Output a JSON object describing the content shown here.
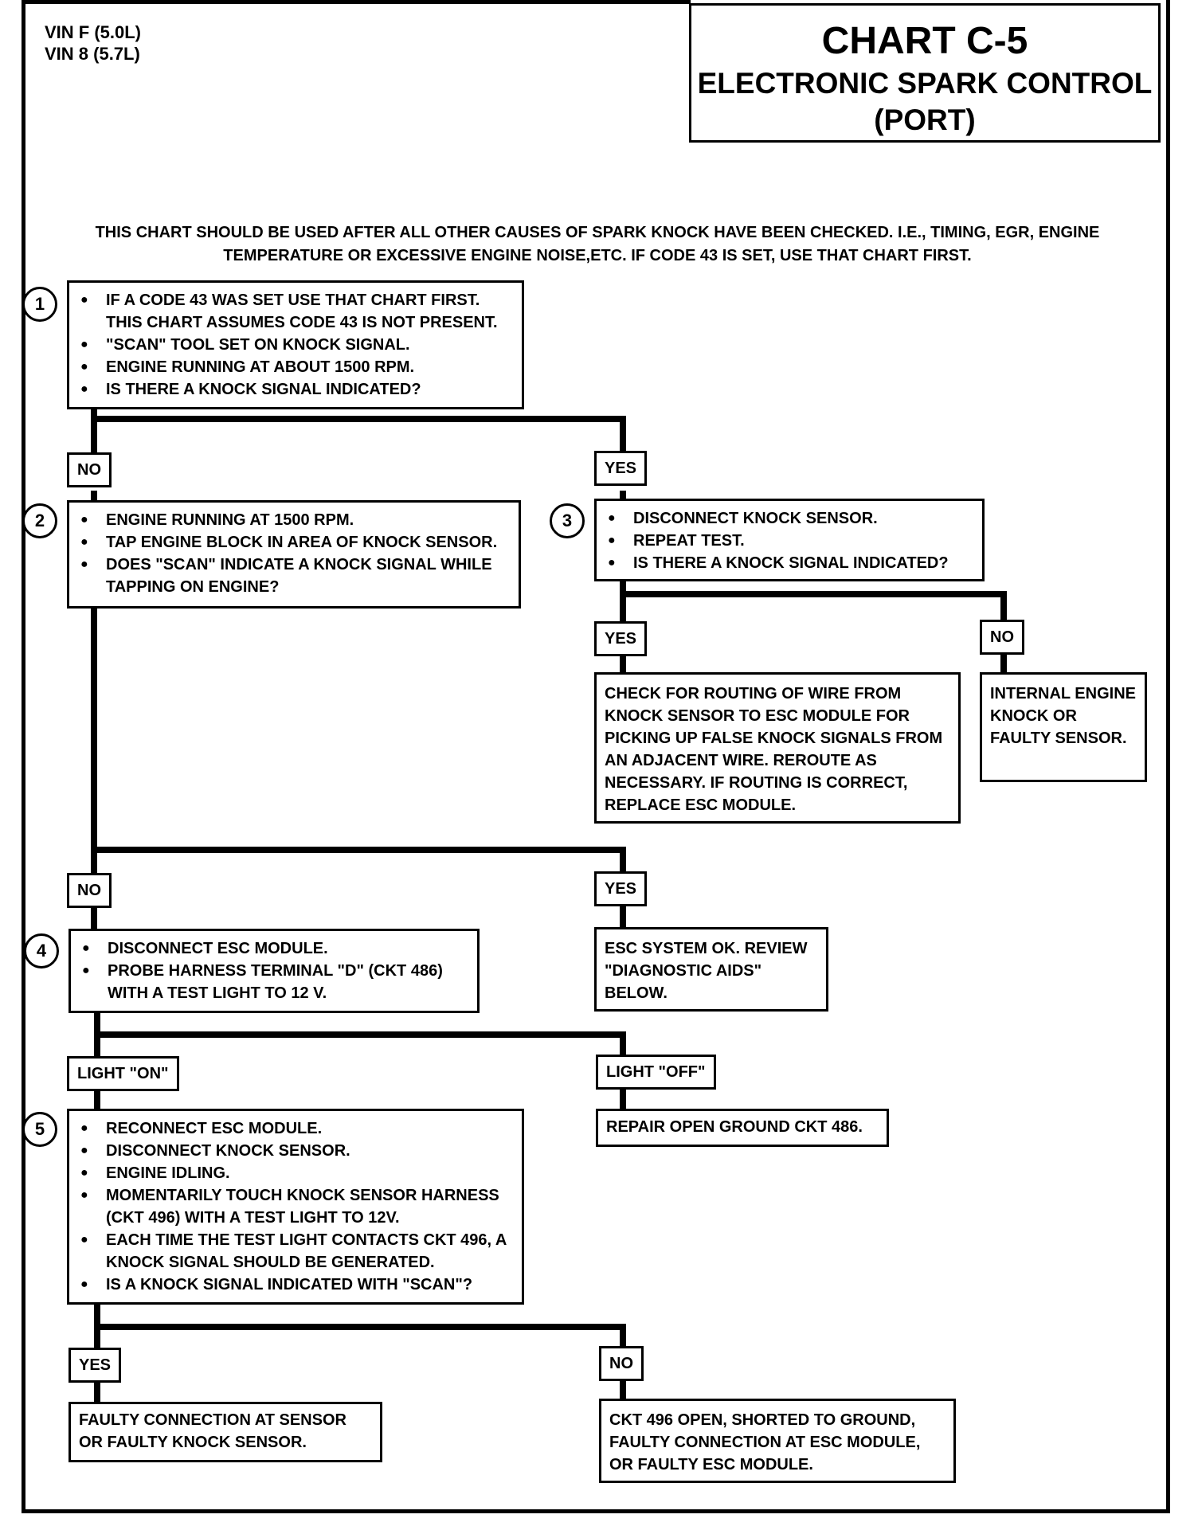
{
  "header": {
    "vin_lines": [
      "VIN F (5.0L)",
      "VIN 8 (5.7L)"
    ],
    "chart_id": "CHART C-5",
    "chart_title": "ELECTRONIC SPARK CONTROL",
    "chart_subtitle": "(PORT)"
  },
  "intro": {
    "line1": "THIS CHART SHOULD BE USED AFTER ALL OTHER CAUSES OF SPARK KNOCK HAVE BEEN CHECKED.  I.E., TIMING, EGR, ENGINE",
    "line2": "TEMPERATURE OR EXCESSIVE ENGINE NOISE,ETC.  IF CODE 43 IS SET, USE THAT CHART FIRST."
  },
  "steps": {
    "s1": {
      "num": "1",
      "items": [
        "IF A CODE 43 WAS SET USE THAT CHART FIRST. THIS CHART ASSUMES CODE 43 IS NOT PRESENT.",
        "\"SCAN\" TOOL SET ON KNOCK SIGNAL.",
        "ENGINE RUNNING AT ABOUT 1500 RPM.",
        "IS THERE A KNOCK SIGNAL INDICATED?"
      ]
    },
    "s2": {
      "num": "2",
      "items": [
        "ENGINE RUNNING AT 1500 RPM.",
        "TAP ENGINE BLOCK IN AREA OF KNOCK SENSOR.",
        "DOES \"SCAN\" INDICATE A KNOCK SIGNAL WHILE TAPPING ON ENGINE?"
      ]
    },
    "s3": {
      "num": "3",
      "items": [
        "DISCONNECT KNOCK SENSOR.",
        "REPEAT TEST.",
        "IS THERE A KNOCK SIGNAL INDICATED?"
      ]
    },
    "s4": {
      "num": "4",
      "items": [
        "DISCONNECT ESC MODULE.",
        "PROBE HARNESS TERMINAL \"D\" (CKT 486) WITH A TEST LIGHT TO 12 V."
      ]
    },
    "s5": {
      "num": "5",
      "items": [
        "RECONNECT ESC MODULE.",
        "DISCONNECT KNOCK SENSOR.",
        "ENGINE IDLING.",
        "MOMENTARILY TOUCH KNOCK SENSOR HARNESS (CKT 496) WITH A TEST LIGHT TO 12V.",
        "EACH TIME THE TEST LIGHT CONTACTS CKT 496, A KNOCK SIGNAL SHOULD BE GENERATED.",
        "IS A KNOCK SIGNAL INDICATED WITH \"SCAN\"?"
      ]
    }
  },
  "labels": {
    "no": "NO",
    "yes": "YES",
    "light_on": "LIGHT \"ON\"",
    "light_off": "LIGHT \"OFF\""
  },
  "results": {
    "check_routing": "CHECK FOR ROUTING OF WIRE FROM KNOCK SENSOR TO ESC MODULE FOR PICKING UP FALSE KNOCK SIGNALS FROM AN ADJACENT WIRE.  REROUTE AS NECESSARY.  IF ROUTING IS CORRECT, REPLACE ESC MODULE.",
    "internal_knock": "INTERNAL ENGINE KNOCK OR FAULTY SENSOR.",
    "esc_ok": "ESC SYSTEM OK. REVIEW \"DIAGNOSTIC AIDS\"  BELOW.",
    "repair_open": "REPAIR OPEN GROUND CKT 486.",
    "faulty_connection": "FAULTY CONNECTION AT SENSOR OR FAULTY KNOCK SENSOR.",
    "ckt496_open": "CKT 496 OPEN, SHORTED TO GROUND, FAULTY CONNECTION AT ESC MODULE, OR FAULTY ESC MODULE."
  }
}
